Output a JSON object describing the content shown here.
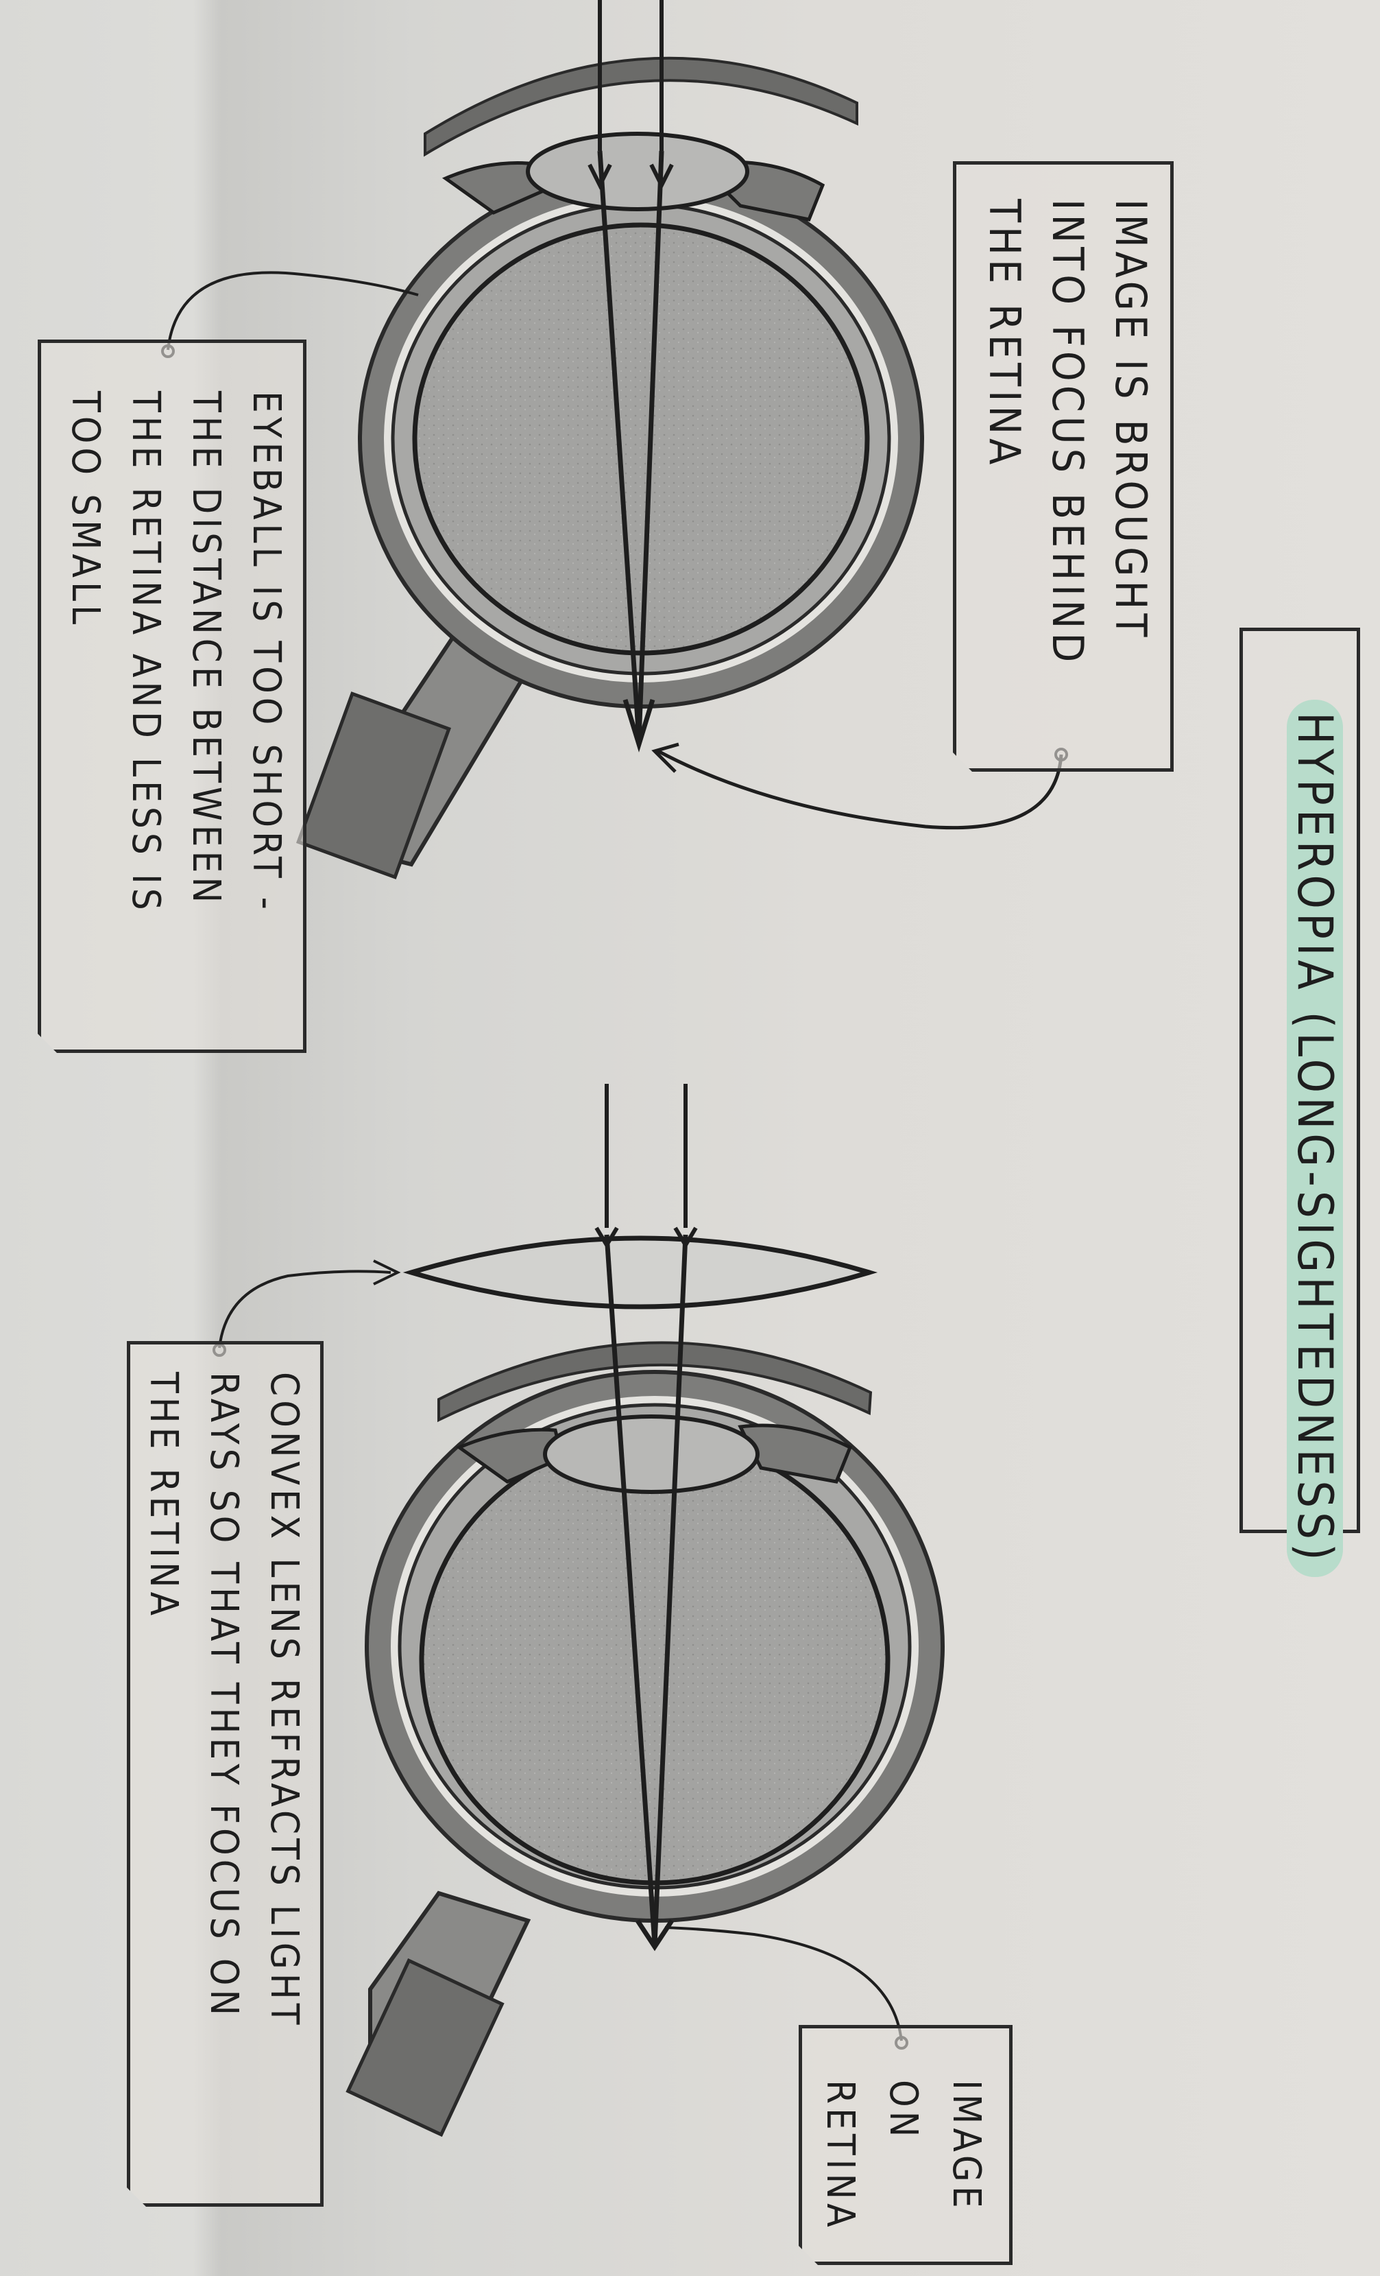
{
  "title": {
    "text": "HYPEROPIA (LONG-SIGHTEDNESS)",
    "highlight_color": "#b8dccb"
  },
  "uncorrected_eye": {
    "labels": {
      "focus_behind_retina": {
        "lines": [
          "IMAGE IS BROUGHT",
          "INTO FOCUS BEHIND",
          "THE RETINA"
        ]
      },
      "eyeball_too_short": {
        "lines": [
          "EYEBALL IS TOO SHORT -",
          "THE DISTANCE BETWEEN",
          "THE RETINA AND LESS IS",
          "TOO SMALL"
        ]
      }
    }
  },
  "corrected_eye": {
    "labels": {
      "convex_lens": {
        "lines": [
          "CONVEX LENS REFRACTS LIGHT",
          "RAYS SO THAT THEY FOCUS ON",
          "THE RETINA"
        ]
      },
      "image_on_retina": {
        "lines": [
          "IMAGE",
          "ON",
          "RETINA"
        ]
      }
    }
  },
  "colors": {
    "ink": "#1e1e1e",
    "eye_fill": "#9e9e9c",
    "paper": "#dcdbd7"
  }
}
